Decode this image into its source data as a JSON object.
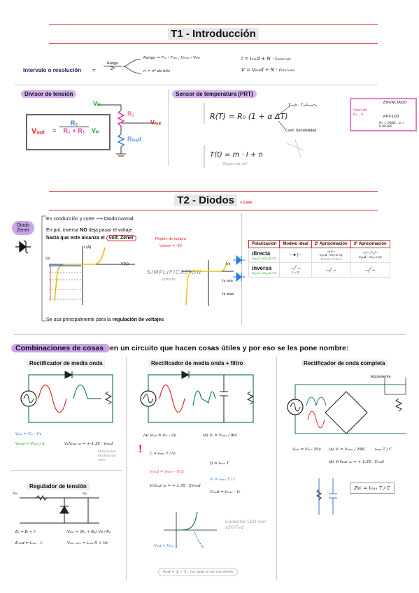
{
  "t1": {
    "title": "T1 - Introducción",
    "intervalo_label": "Intervalo o resolución",
    "eq_sign": "=",
    "fraction_num": "Rango",
    "fraction_den": "2ⁿ",
    "branch_top": "Rango = Fᵥₛ - Fₘᵢₙ ; Vₘₐₓ - Vₘᵢₙ",
    "branch_bottom": "n = nº de bits",
    "formula_i": "I = Iₘₑd + N · Iᵢₙₜₑᵣᵥₐₗₒ",
    "formula_v": "V = Vₘₑd + N · Iᵢₙₜₑᵣᵥₐₗₒ",
    "divisor_title": "Divisor de tensión",
    "divisor_vout": "Vₒᵤₜ",
    "divisor_eq": "=",
    "divisor_num": "R₂",
    "divisor_den": "R₂ + R₁",
    "divisor_vin": "Vᵢₙ",
    "circuit_vin": "Vᵢₙ",
    "circuit_r1": "R₁",
    "circuit_r2": "Rₗₒₐd",
    "circuit_vout": "Vₒᵤₜ",
    "sensor_title": "Sensor de temperatura (PRT)",
    "sensor_eq": "R(T) = R₀ (1 + α ΔT)",
    "sensor_dt": "Tₐₘb - Tᵣₑfₑᵣₑₙcᵢₐ",
    "sensor_alpha": "Coef. Sensibilidad",
    "sensor_eq2": "T(t) = m · I + n",
    "sensor_eq2_sub": "Slope   nst   ref",
    "pink_header": "ENUNCIADO",
    "pink_left": "Valor de R₀ , α",
    "pink_right": "PRT-100",
    "pink_bottom": "R₀ = 100Ω ; α = 0.00385"
  },
  "t2": {
    "title": "T2 - Diodos",
    "title_note": "+ Leds",
    "diodo_zener": "Diodo Zener",
    "line1_a": "En conducción y corte",
    "line1_b": "Diodo normal",
    "line2_a": "En pol. inversa ",
    "line2_b": "NO",
    "line2_c": " deja pasar el voltaje",
    "line3_a": "hasta que este alcanza el ",
    "line3_b": "volt. Zener",
    "ruptura": "Región de ruptura",
    "ruptura_val": "Vzener = -3V",
    "axis_i": "I (A)",
    "axis_v": "V(V)",
    "vz_label": "Vz",
    "simpl": "SIMPLIFICACIÓN",
    "simpl_sub": "común",
    "vz_right": "Vz",
    "ize_min": "Iz min",
    "ize_max": "Iz max",
    "bottom_a": "Se usa principalmente para la ",
    "bottom_b": "regulación de voltajes",
    "table": {
      "headers": [
        "Polarización",
        "Modelo ideal",
        "2ª Aproximación",
        "3ª Aproximación"
      ],
      "rows": [
        {
          "label": "directa",
          "sub": "Vₐₙₒd - Vcₐₜₒd > 0",
          "c1": "─►|─",
          "c2": "Vₐₙₒd - Vcₐₜ ≥ Vγ",
          "c3": "Vₐₙₒd - Vcₐₜ ≥ Vγ"
        },
        {
          "label": "inversa",
          "sub": "Vₐₙₒd - Vcₐₜₒd < 0",
          "c1": "I = 0",
          "c2": "",
          "c3": ""
        }
      ],
      "c2_note": "Tensión umbral"
    }
  },
  "combo": {
    "heading_a": "Combinaciones de cosas ",
    "heading_b": "en un circuito que hacen cosas útiles y por eso se les pone nombre:",
    "rect_media_title": "Rectificador de media onda",
    "rect_media_eq1": "Vₒᵤₜ = Vᵢₙ - Vγ",
    "rect_media_eq2": "Vₘₑd = Vₘₐₓ / π",
    "rect_media_eq3": "Vₑfᵢcₐz ₛₐₗ = +-1.35 · Vₘₑd",
    "rect_media_note": "Nunca por encima de cero",
    "rect_filtro_title": "Rectificador de media onda + filtro",
    "rect_filtro_eq1": "(a) Vₒᵤₜ = Vᵢₙ - Vγ",
    "rect_filtro_eq2": "(b) Vᵣ = Vₘₐₓ / fRC",
    "rect_filtro_c": "C = Iₘₐₓ T / Vᵣ",
    "rect_filtro_vmed": "Vₘₑd = Vₘₐₓ - Vᵣ/2",
    "rect_filtro_vef": "Vₑfᵢcₐz ₛₐₗ = +-1.35 · ΣVₘₑd",
    "rect_filtro_q": "Q = Iₘₐₓ T",
    "rect_filtro_vr": "Vᵣ = Iₘₐₓ T / C",
    "rect_filtro_vmed2": "Vₘₑd = Vₘₐₓ - Vᵣ",
    "rect_filtro_leds": "Conectar LED con x20 Fₗₑd",
    "rect_filtro_bottom": "Aₗₑd = 1 ~ 5 , no usar si es corriente",
    "rect_filtro_vled": "Vₗₑd = Vₒᵤₜ",
    "rect_completa_title": "Rectificador de onda completa",
    "rect_completa_equiv": "Equivalente",
    "rect_completa_eq1": "Vₒᵤₜ = Vᵢₙ - 2Vγ",
    "rect_completa_eq2": "(a) Vᵣ = Vₘₐₓ / 2fRC",
    "rect_completa_eq2b": "Iₘₐₓ T / C",
    "rect_completa_eq3": "(b) Vₑfᵢcₐz ₛₐₗ = +-1.35 · Vₘₑd",
    "rect_completa_box": "2Vᵣ = Iₘₐₓ T / C",
    "regulador_title": "Regulador de tensión",
    "reg_eq1": "Eₛ = Eₗ + Iᵣ",
    "reg_eq2": "Eₘₑd = Iₘₐₓ - Iᵣ",
    "reg_eq3": "Vₒᵤₜ = (R₁ + R₂) Vz / R₂",
    "reg_eq4": "Vₒᵤₜ ₘₐₓ = Iₘₐₓ R + Vz",
    "reg_vin": "Vᵢₙ",
    "reg_vout": "Vₒ"
  }
}
